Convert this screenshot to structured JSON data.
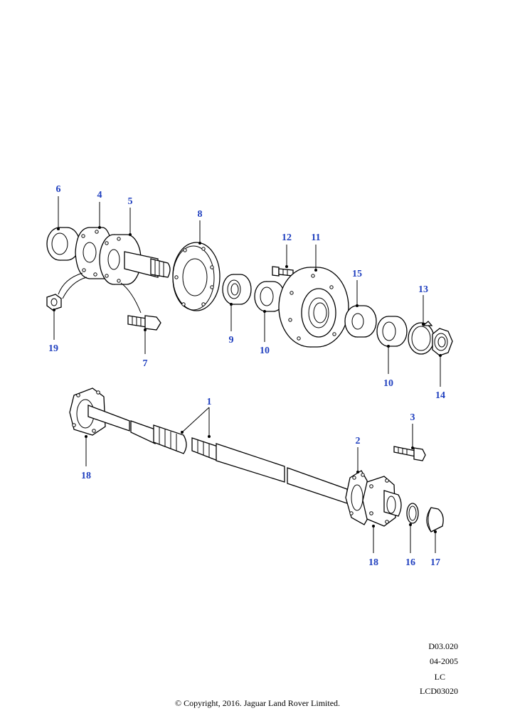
{
  "callouts": [
    {
      "id": "1",
      "label": "1"
    },
    {
      "id": "2",
      "label": "2"
    },
    {
      "id": "3",
      "label": "3"
    },
    {
      "id": "4",
      "label": "4"
    },
    {
      "id": "5",
      "label": "5"
    },
    {
      "id": "6",
      "label": "6"
    },
    {
      "id": "7",
      "label": "7"
    },
    {
      "id": "8",
      "label": "8"
    },
    {
      "id": "9",
      "label": "9"
    },
    {
      "id": "10a",
      "label": "10"
    },
    {
      "id": "10b",
      "label": "10"
    },
    {
      "id": "11",
      "label": "11"
    },
    {
      "id": "12",
      "label": "12"
    },
    {
      "id": "13",
      "label": "13"
    },
    {
      "id": "14",
      "label": "14"
    },
    {
      "id": "15",
      "label": "15"
    },
    {
      "id": "16",
      "label": "16"
    },
    {
      "id": "17",
      "label": "17"
    },
    {
      "id": "18a",
      "label": "18"
    },
    {
      "id": "18b",
      "label": "18"
    },
    {
      "id": "19",
      "label": "19"
    }
  ],
  "meta": {
    "drawing_ref": "D03.020",
    "date": "04-2005",
    "code": "LC",
    "drawing_number": "LCD03020"
  },
  "copyright": "© Copyright, 2016. Jaguar Land Rover Limited.",
  "colors": {
    "callout": "#1f3fbf",
    "line": "#000000"
  }
}
